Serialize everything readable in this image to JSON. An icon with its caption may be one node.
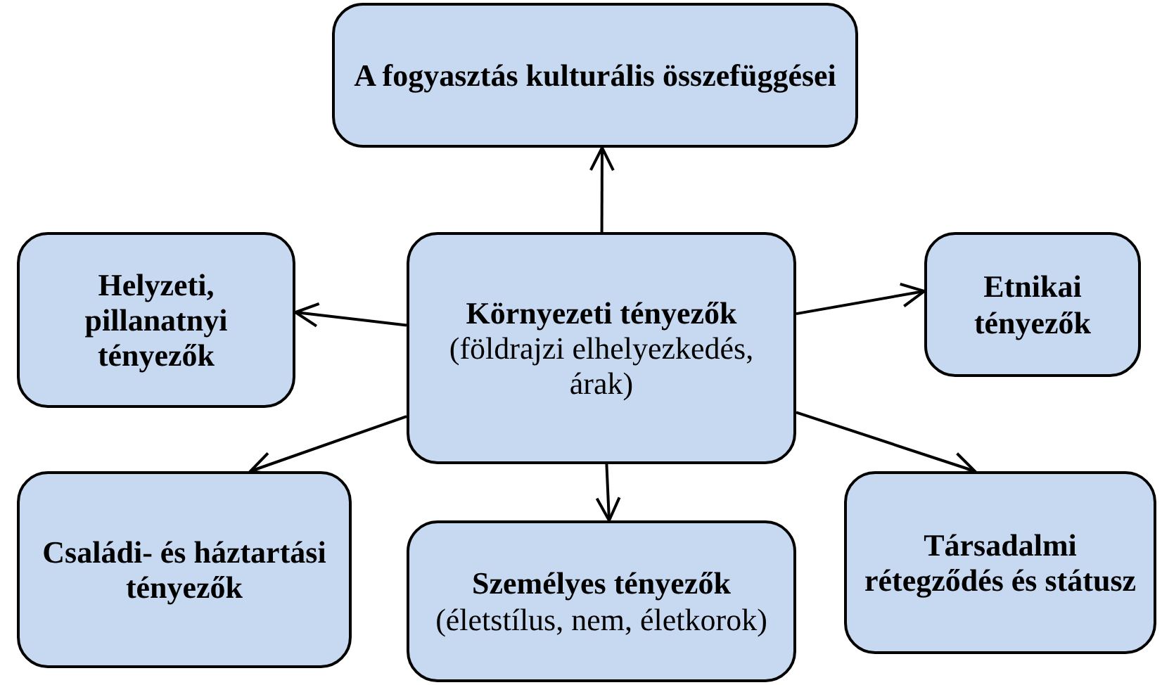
{
  "diagram": {
    "nodes": [
      {
        "text": [
          "A fogyasztás kulturális összefüggései"
        ]
      },
      {
        "text": [
          "Helyzeti, pillanatnyi tényezők"
        ]
      },
      {
        "text": [
          "**Környezeti tényezők** (földrajzi elhelyezkedés, árak)"
        ]
      },
      {
        "text": [
          "Etnikai tényezők"
        ]
      },
      {
        "text": [
          "Családi- és háztartási tényezők"
        ]
      },
      {
        "text": [
          "**Személyes tényezők** (életstílus, nem, életkorok)"
        ]
      },
      {
        "text": [
          "Társadalmi rétegződés és státusz"
        ]
      }
    ],
    "edges": [
      {
        "from": 2,
        "to": 0,
        "arrow": "to"
      },
      {
        "from": 2,
        "to": 1,
        "arrow": "to"
      },
      {
        "from": 2,
        "to": 3,
        "arrow": "to"
      },
      {
        "from": 2,
        "to": 4,
        "arrow": "to"
      },
      {
        "from": 2,
        "to": 5,
        "arrow": "to"
      },
      {
        "from": 2,
        "to": 6,
        "arrow": "to"
      }
    ]
  }
}
